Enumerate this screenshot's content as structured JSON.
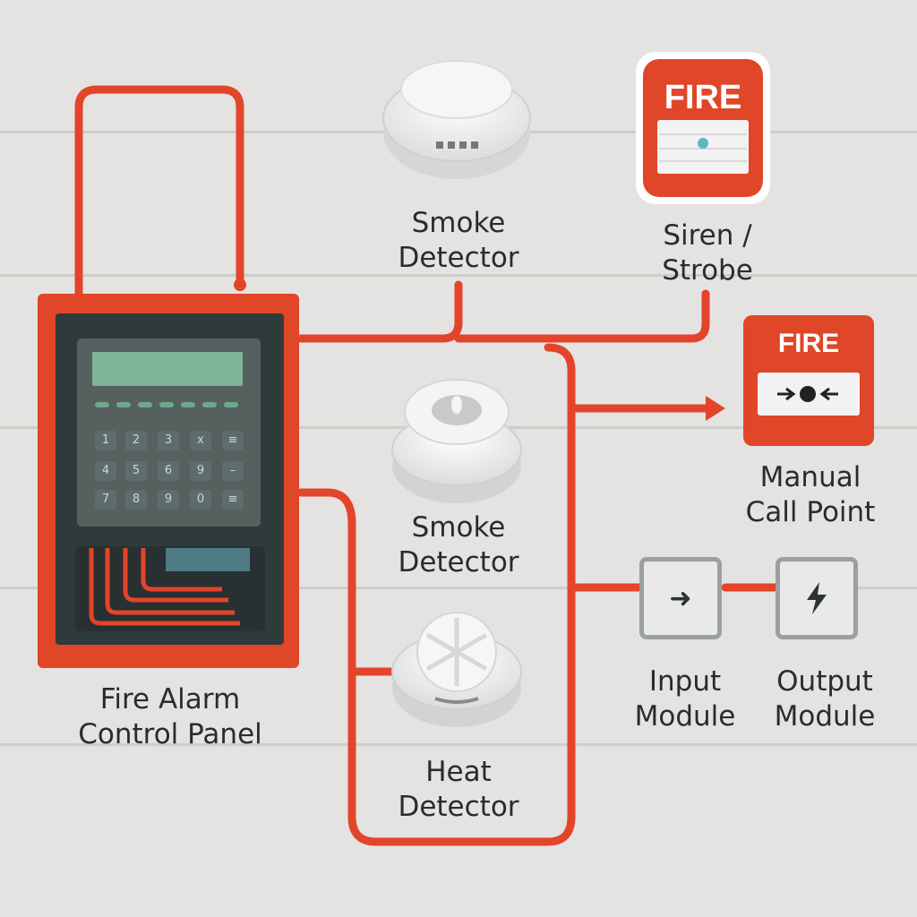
{
  "components": {
    "smoke_detector_top": {
      "label": "Smoke\nDetector"
    },
    "siren_strobe": {
      "label": "Siren /\nStrobe",
      "badge": "FIRE"
    },
    "manual_call_point": {
      "label": "Manual\nCall Point",
      "badge": "FIRE"
    },
    "smoke_detector_mid": {
      "label": "Smoke\nDetector"
    },
    "heat_detector": {
      "label": "Heat\nDetector"
    },
    "input_module": {
      "label": "Input\nModule",
      "icon": "arrow-right-icon"
    },
    "output_module": {
      "label": "Output\nModule",
      "icon": "lightning-icon"
    },
    "control_panel": {
      "label": "Fire Alarm\nControl Panel",
      "keypad": [
        "1",
        "2",
        "3",
        "x",
        "≡",
        "4",
        "5",
        "6",
        "9",
        "–",
        "7",
        "8",
        "9",
        "0",
        "≡"
      ]
    }
  },
  "colors": {
    "wire": "#e2452a",
    "panel_red": "#e04628",
    "background": "#e4e3e1",
    "lcd": "#7fb59a"
  }
}
